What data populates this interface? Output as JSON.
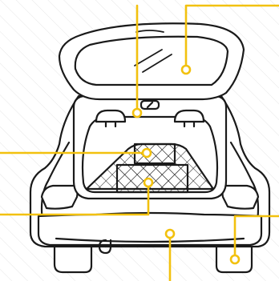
{
  "colors": {
    "background": "#ffffff",
    "outline": "#1a1a1a",
    "hatch": "#e6e6e6",
    "accent": "#f2c10e",
    "dot_fill": "#ffffff"
  },
  "callouts": [
    {
      "name": "rear-window-callout"
    },
    {
      "name": "tailgate-handle-callout"
    },
    {
      "name": "upper-box-callout"
    },
    {
      "name": "cargo-net-callout"
    },
    {
      "name": "rear-light-callout"
    },
    {
      "name": "rear-bumper-callout"
    }
  ]
}
